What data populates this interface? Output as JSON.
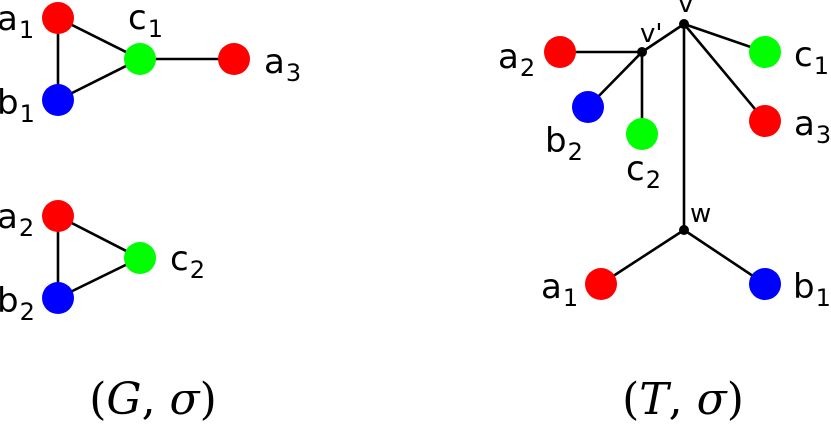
{
  "colors": {
    "red": "#ff0000",
    "green": "#00ff00",
    "blue": "#0000ff",
    "edge": "#000000"
  },
  "graph_G": {
    "caption": {
      "open": "(",
      "name": "G",
      "sep": ", ",
      "sigma": "σ",
      "close": ")"
    },
    "nodes": {
      "a1": {
        "letter": "a",
        "sub": "1",
        "color": "red"
      },
      "b1": {
        "letter": "b",
        "sub": "1",
        "color": "blue"
      },
      "c1": {
        "letter": "c",
        "sub": "1",
        "color": "green"
      },
      "a3": {
        "letter": "a",
        "sub": "3",
        "color": "red"
      },
      "a2": {
        "letter": "a",
        "sub": "2",
        "color": "red"
      },
      "b2": {
        "letter": "b",
        "sub": "2",
        "color": "blue"
      },
      "c2": {
        "letter": "c",
        "sub": "2",
        "color": "green"
      }
    },
    "edges": [
      [
        "a1",
        "b1"
      ],
      [
        "a1",
        "c1"
      ],
      [
        "b1",
        "c1"
      ],
      [
        "c1",
        "a3"
      ],
      [
        "a2",
        "b2"
      ],
      [
        "a2",
        "c2"
      ],
      [
        "b2",
        "c2"
      ]
    ]
  },
  "tree_T": {
    "caption": {
      "open": "(",
      "name": "T",
      "sep": ", ",
      "sigma": "σ",
      "close": ")"
    },
    "inner_nodes": {
      "v": {
        "label": "v"
      },
      "vp": {
        "label": "v'"
      },
      "w": {
        "label": "w"
      }
    },
    "leaves": {
      "a2": {
        "letter": "a",
        "sub": "2",
        "color": "red"
      },
      "b2": {
        "letter": "b",
        "sub": "2",
        "color": "blue"
      },
      "c2": {
        "letter": "c",
        "sub": "2",
        "color": "green"
      },
      "c1": {
        "letter": "c",
        "sub": "1",
        "color": "green"
      },
      "a3": {
        "letter": "a",
        "sub": "3",
        "color": "red"
      },
      "a1": {
        "letter": "a",
        "sub": "1",
        "color": "red"
      },
      "b1": {
        "letter": "b",
        "sub": "1",
        "color": "blue"
      }
    },
    "edges": [
      [
        "v",
        "vp"
      ],
      [
        "v",
        "c1"
      ],
      [
        "v",
        "a3"
      ],
      [
        "v",
        "w"
      ],
      [
        "vp",
        "a2"
      ],
      [
        "vp",
        "b2"
      ],
      [
        "vp",
        "c2"
      ],
      [
        "w",
        "a1"
      ],
      [
        "w",
        "b1"
      ]
    ]
  }
}
